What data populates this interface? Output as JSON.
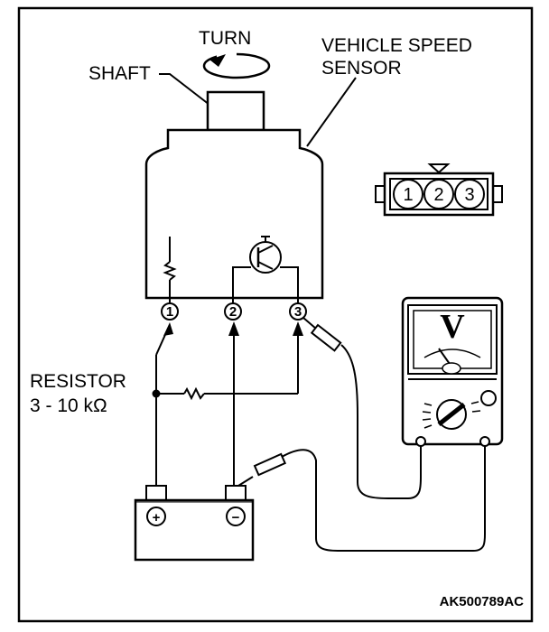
{
  "labels": {
    "turn": "TURN",
    "shaft": "SHAFT",
    "vss_line1": "VEHICLE SPEED",
    "vss_line2": "SENSOR",
    "resistor_line1": "RESISTOR",
    "resistor_line2": "3 - 10 kΩ",
    "figure_code": "AK500789AC"
  },
  "sensor_pins": [
    "1",
    "2",
    "3"
  ],
  "connector_pins": [
    "1",
    "2",
    "3"
  ],
  "battery": {
    "positive": "+",
    "negative": "−"
  },
  "voltmeter": {
    "symbol": "V"
  }
}
